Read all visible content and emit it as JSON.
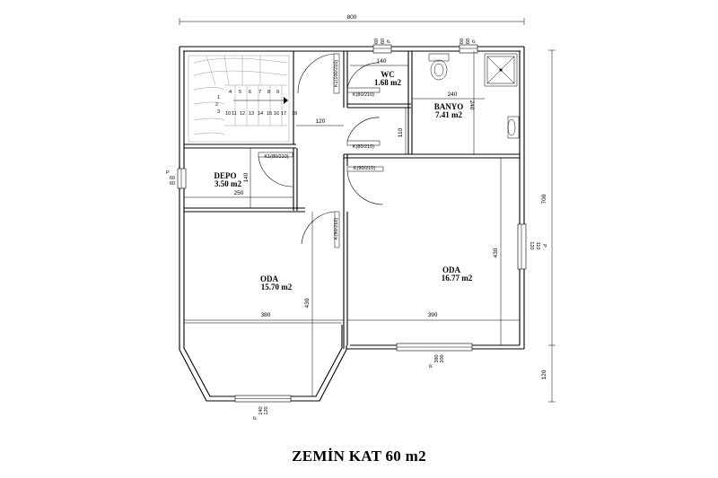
{
  "title": "ZEMİN KAT  60 m2",
  "rooms": {
    "wc": {
      "name": "WC",
      "area": "1.68 m2"
    },
    "banyo": {
      "name": "BANYO",
      "area": "7.41 m2"
    },
    "depo": {
      "name": "DEPO",
      "area": "3.50 m2"
    },
    "oda_left": {
      "name": "ODA",
      "area": "15.70 m2"
    },
    "oda_right": {
      "name": "ODA",
      "area": "16.77 m2"
    }
  },
  "dimensions": {
    "total_width": "800",
    "total_height": "700",
    "bay_depth": "120",
    "wc_width": "140",
    "banyo_width": "240",
    "banyo_depth": "240",
    "hall_width": "120",
    "hall_depth": "110",
    "depo_width": "250",
    "depo_depth": "140",
    "oda_right_depth": "430",
    "oda_left_depth": "430",
    "oda_left_width": "380",
    "oda_right_width": "390"
  },
  "doors": {
    "stair_door": "K1(100/210)",
    "wc_door": "K(80/210)",
    "banyo_door": "K(80/210)",
    "depo_door": "K1(80/210)",
    "oda_right_door": "K(90/210)",
    "oda_left_door": "K(90/210)"
  },
  "windows": {
    "wc_win_a": "60",
    "wc_win_b": "60",
    "wc_win_p": "P",
    "banyo_win_a": "60",
    "banyo_win_b": "60",
    "banyo_win_p": "P",
    "depo_win_a": "60",
    "depo_win_b": "60",
    "depo_win_p": "P",
    "right_win_a": "120",
    "right_win_b": "110",
    "right_win_p": "P",
    "front_win_a": "380",
    "front_win_b": "200",
    "front_win_p": "P",
    "bay_win_a": "140",
    "bay_win_b": "120",
    "bay_win_p": "P"
  },
  "stair_steps": [
    "1",
    "2",
    "3",
    "4",
    "5",
    "6",
    "7",
    "8",
    "9",
    "10",
    "11",
    "12",
    "13",
    "14",
    "15",
    "16",
    "17",
    "18"
  ]
}
